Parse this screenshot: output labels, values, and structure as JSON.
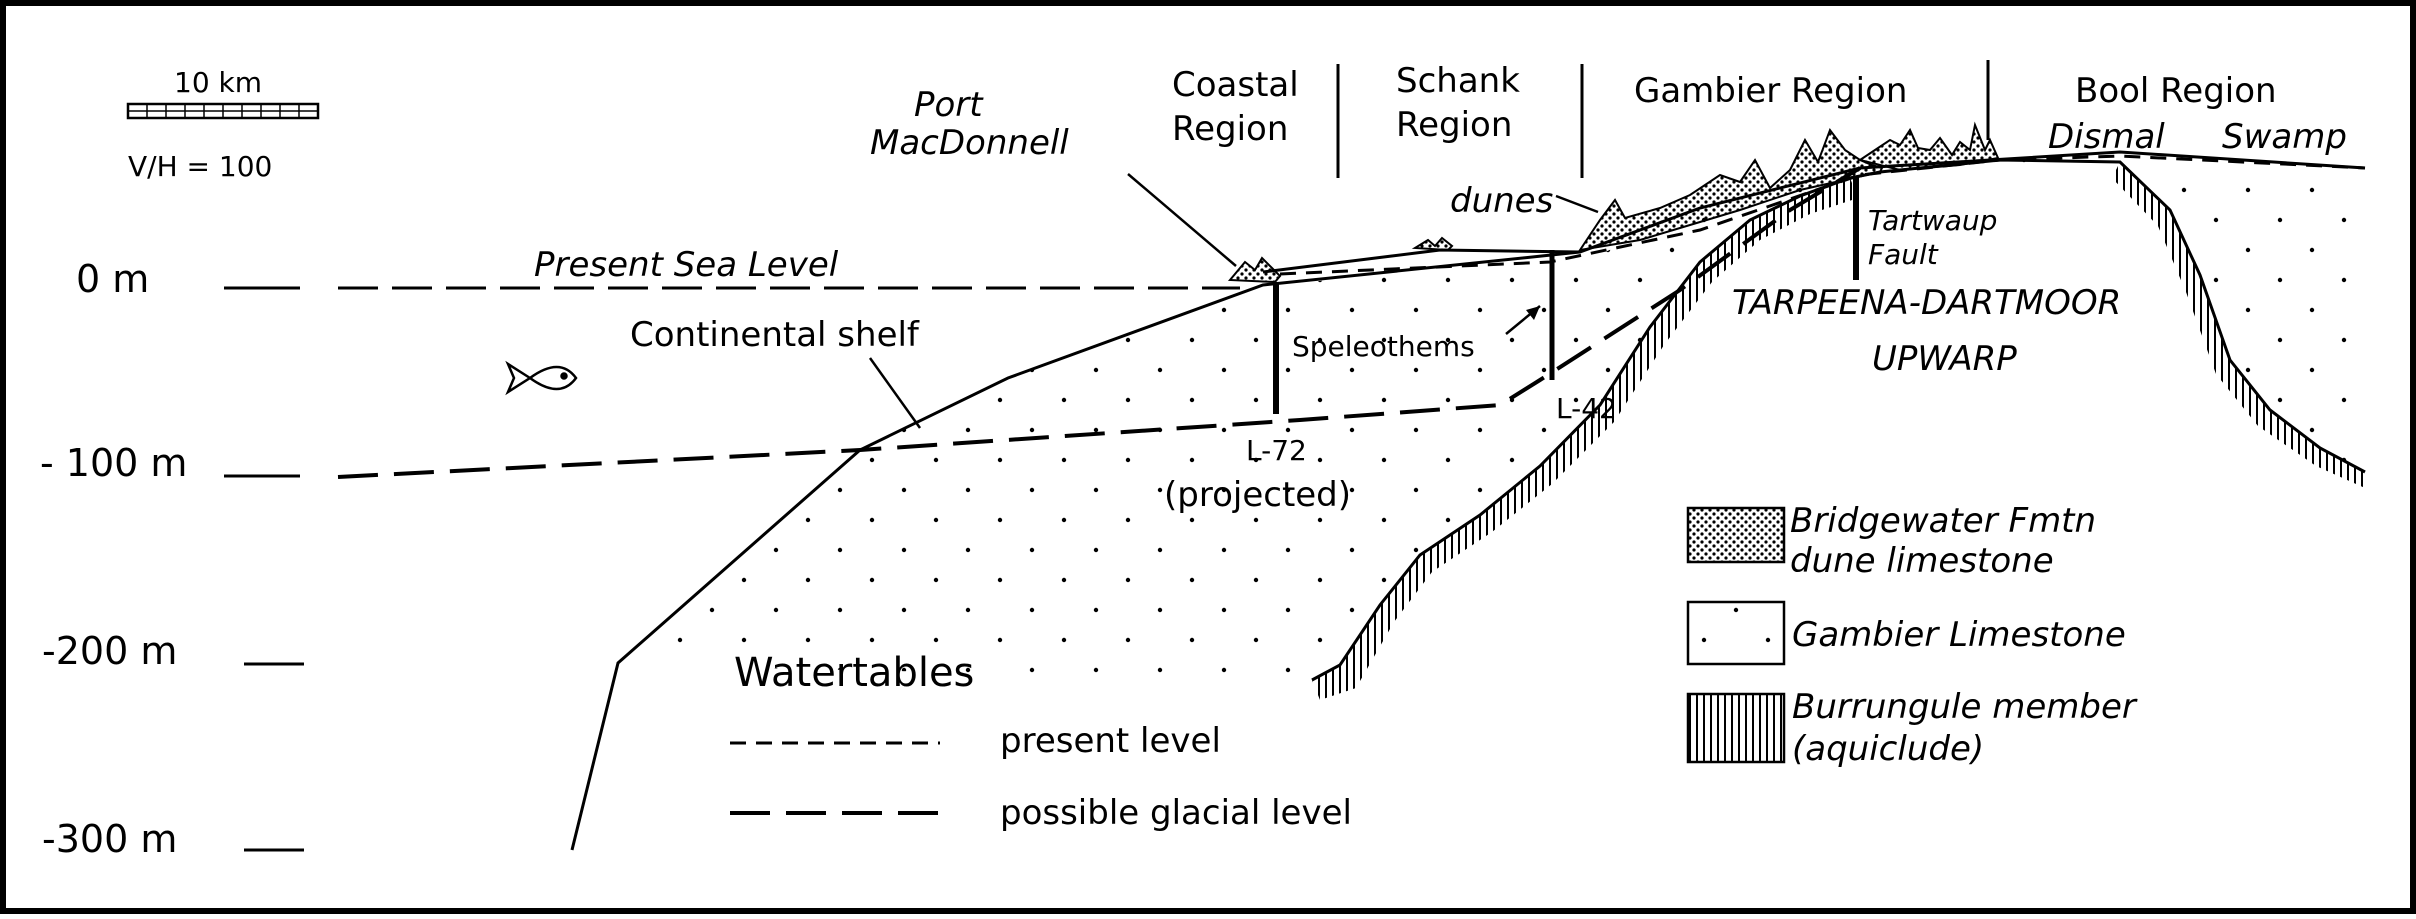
{
  "scale_bar": {
    "distance": "10 km",
    "ratio": "V/H = 100"
  },
  "depth_labels": [
    "0 m",
    "- 100 m",
    "-200 m",
    "-300 m"
  ],
  "regions": {
    "coastal": [
      "Coastal",
      "Region"
    ],
    "schank": [
      "Schank",
      "Region"
    ],
    "gambier": "Gambier Region",
    "bool": "Bool Region"
  },
  "places": {
    "port": [
      "Port",
      "MacDonnell"
    ],
    "dismal": "Dismal",
    "swamp": "Swamp"
  },
  "annotations": {
    "dunes": "dunes",
    "sea_level": "Present Sea Level",
    "continental_shelf": "Continental shelf",
    "speleothems": "Speleothems",
    "bore_l42": "L-42",
    "bore_l72": "L-72",
    "bore_l72_note": "(projected)",
    "fault": [
      "Tartwaup",
      "Fault"
    ],
    "upwarp": [
      "TARPEENA-DARTMOOR",
      "UPWARP"
    ]
  },
  "watertables": {
    "title": "Watertables",
    "present": "present level",
    "glacial": "possible glacial level"
  },
  "legend": {
    "bridgewater": [
      "Bridgewater Fmtn",
      "dune limestone"
    ],
    "gambier": "Gambier Limestone",
    "burrungule": [
      "Burrungule member",
      "(aquiclude)"
    ]
  }
}
